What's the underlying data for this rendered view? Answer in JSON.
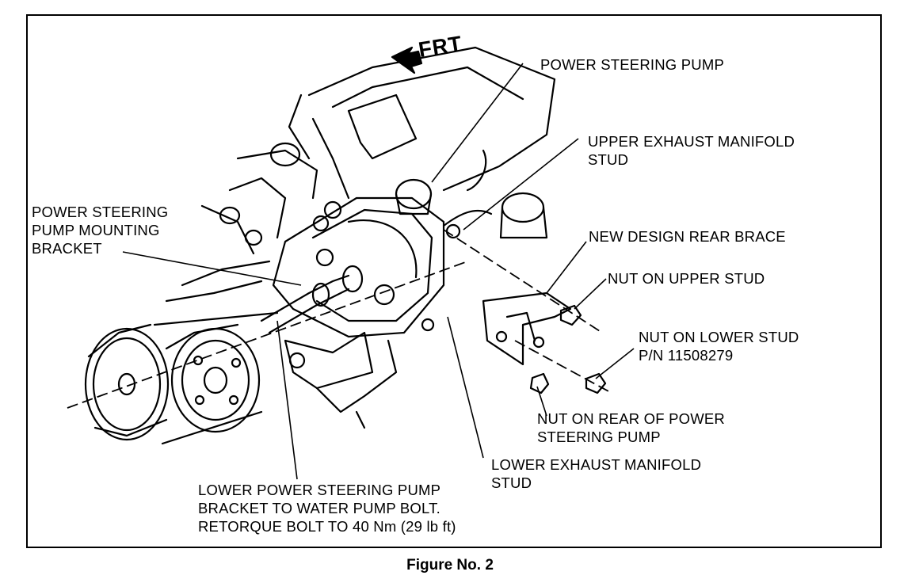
{
  "direction": {
    "label": "FRT"
  },
  "callouts": {
    "power_steering_pump": "POWER STEERING PUMP",
    "upper_exhaust_manifold_stud": [
      "UPPER EXHAUST MANIFOLD",
      "STUD"
    ],
    "pump_mounting_bracket": [
      "POWER STEERING",
      "PUMP  MOUNTING",
      "BRACKET"
    ],
    "new_design_rear_brace": "NEW DESIGN REAR BRACE",
    "nut_on_upper_stud": "NUT ON UPPER STUD",
    "nut_on_lower_stud": [
      "NUT ON LOWER STUD",
      "P/N  11508279"
    ],
    "nut_on_rear_of_pump": [
      "NUT ON REAR OF POWER",
      "STEERING PUMP"
    ],
    "lower_exhaust_manifold_stud": [
      "LOWER EXHAUST MANIFOLD",
      "STUD"
    ],
    "lower_bracket_bolt": [
      "LOWER POWER STEERING PUMP",
      "BRACKET TO WATER PUMP BOLT.",
      "RETORQUE BOLT TO 40 Nm (29 lb ft)"
    ]
  },
  "caption": "Figure No. 2",
  "icons": {
    "arrow": "front-direction-arrow-icon"
  }
}
